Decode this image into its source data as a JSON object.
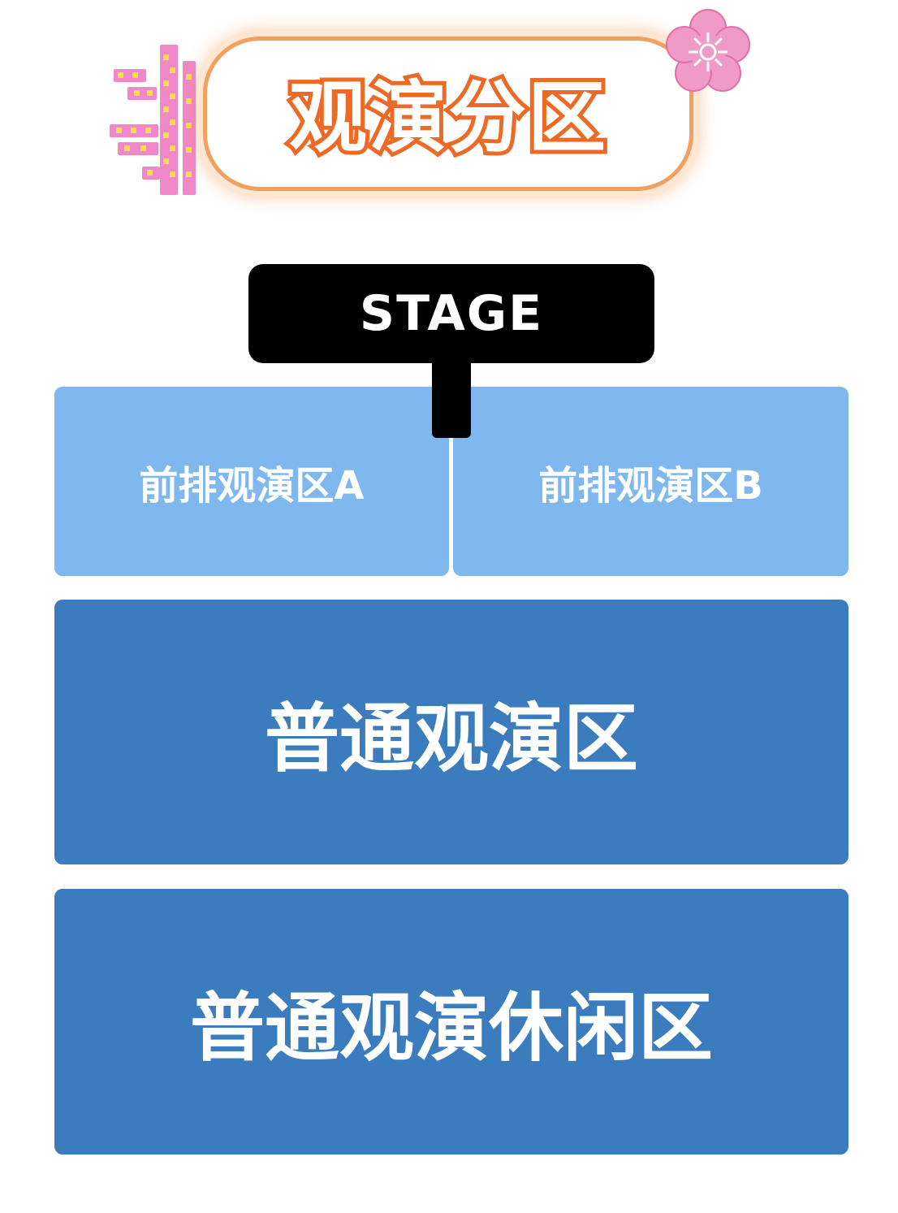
{
  "title": "观演分区",
  "stage": {
    "label": "STAGE"
  },
  "zones": {
    "front_a": "前排观演区A",
    "front_b": "前排观演区B",
    "general": "普通观演区",
    "leisure": "普通观演休闲区"
  },
  "colors": {
    "title_stroke": "#ec6a25",
    "title_border": "#f0a060",
    "stage": "#000000",
    "front_zone": "#7fb8ee",
    "general_zone": "#3a7cbd",
    "flower": "#f09ac8",
    "sparkle_pink": "#ee88c8",
    "sparkle_yellow": "#f8e040"
  },
  "decorations": [
    "sparkle-icon",
    "flower-icon"
  ]
}
